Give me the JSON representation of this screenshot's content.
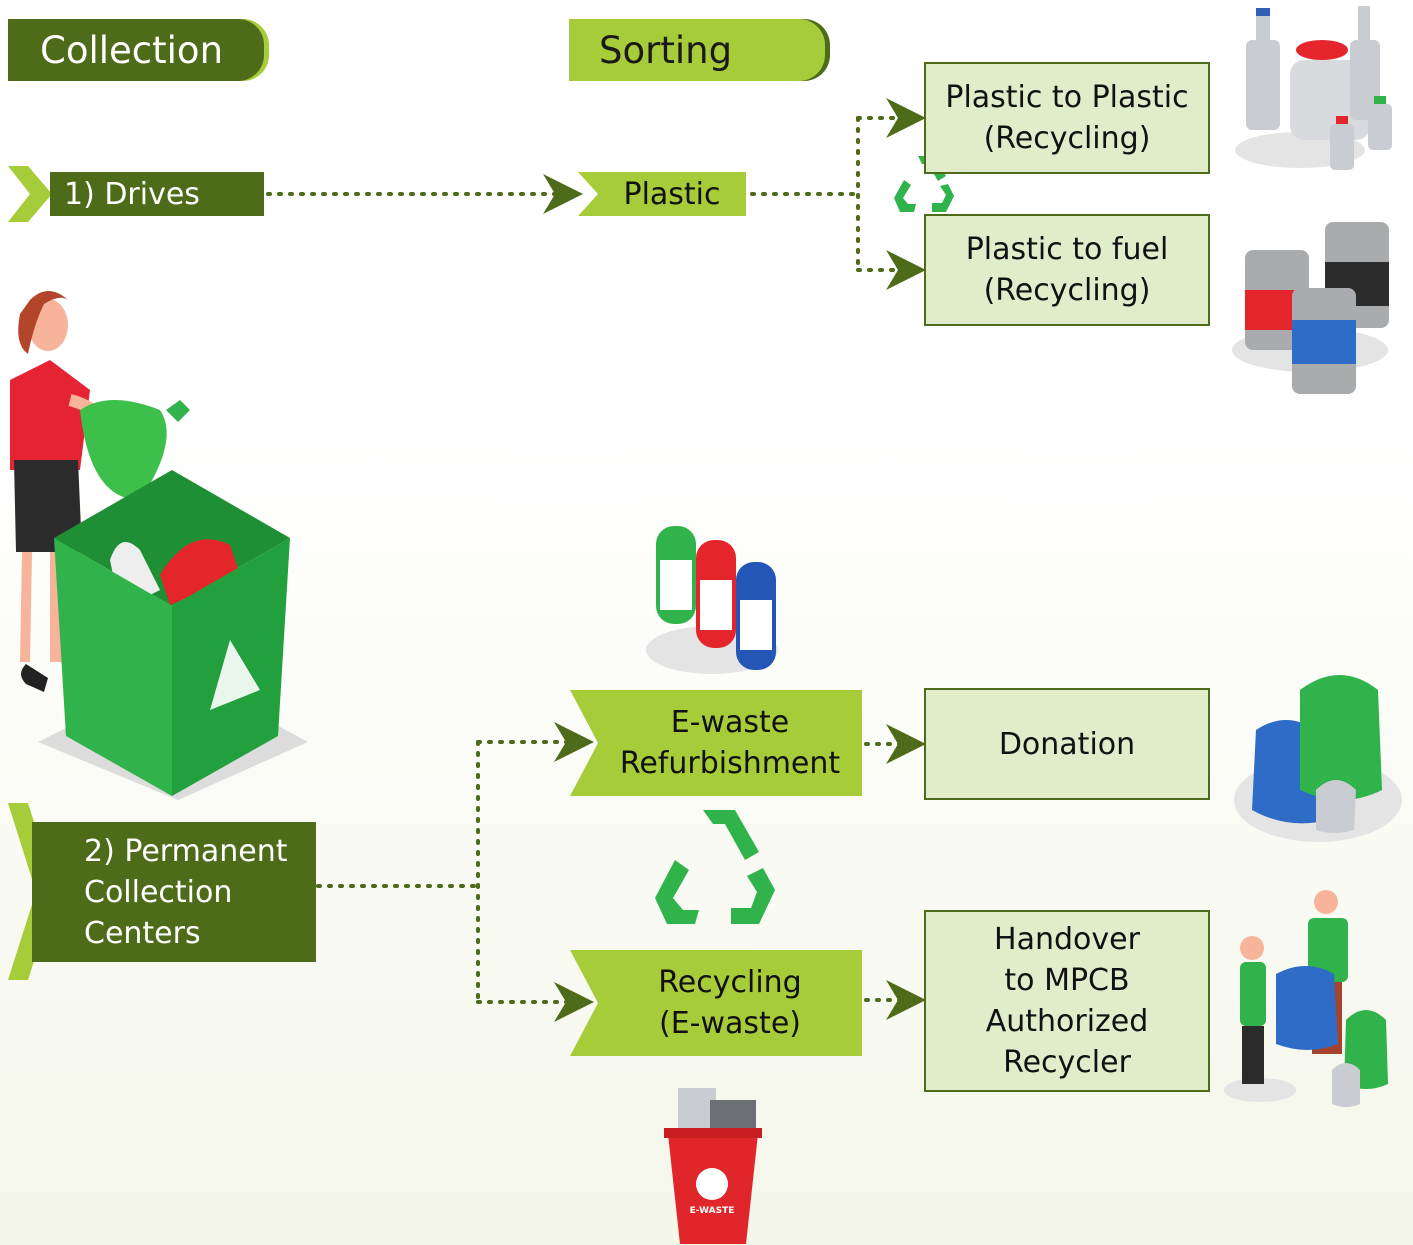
{
  "headers": {
    "collection": "Collection",
    "sorting": "Sorting"
  },
  "collection": {
    "drives": "1) Drives",
    "permanent_centers": "2) Permanent\nCollection\nCenters"
  },
  "sorting": {
    "plastic": "Plastic",
    "ewaste_refurbishment": "E-waste\nRefurbishment",
    "recycling_ewaste": "Recycling\n(E-waste)"
  },
  "outcomes": {
    "plastic_to_plastic": "Plastic to Plastic\n(Recycling)",
    "plastic_to_fuel": "Plastic to fuel\n(Recycling)",
    "donation": "Donation",
    "handover": "Handover\nto MPCB\nAuthorized\nRecycler"
  },
  "illustrations": {
    "ewaste_bin_label": "E-WASTE"
  },
  "colors": {
    "dark_green": "#4e6b1a",
    "light_green": "#a6cc39",
    "pale_box": "#e1eccb",
    "recycle_green": "#2fb34a",
    "bin_red": "#e0262b"
  }
}
